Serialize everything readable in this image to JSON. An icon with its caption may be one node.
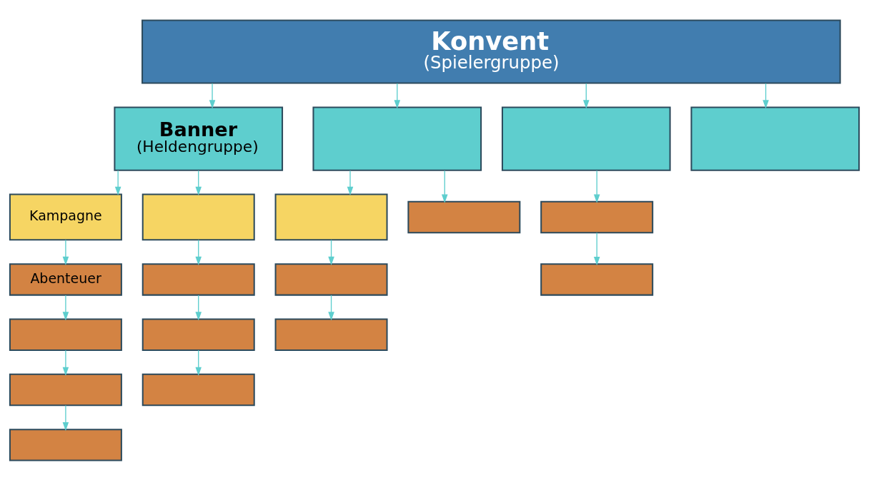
{
  "diagram": {
    "nodes": [
      {
        "text": [
          "Konvent",
          "(Spielergruppe)"
        ]
      },
      {
        "text": [
          "Banner",
          "(Heldengruppe)"
        ]
      },
      {
        "text": [],
        "shape": "box"
      },
      {
        "text": [],
        "shape": "box"
      },
      {
        "text": [],
        "shape": "box"
      },
      {
        "text": [
          "Kampagne"
        ]
      },
      {
        "text": [],
        "shape": "box"
      },
      {
        "text": [],
        "shape": "box"
      },
      {
        "text": [],
        "shape": "box"
      },
      {
        "text": [],
        "shape": "box"
      },
      {
        "text": [
          "Abenteuer"
        ]
      },
      {
        "text": [],
        "shape": "box"
      },
      {
        "text": [],
        "shape": "box"
      },
      {
        "text": [],
        "shape": "box"
      },
      {
        "text": [],
        "shape": "box"
      },
      {
        "text": [],
        "shape": "box"
      },
      {
        "text": [],
        "shape": "box"
      },
      {
        "text": [],
        "shape": "box"
      },
      {
        "text": [],
        "shape": "box"
      },
      {
        "text": [],
        "shape": "box"
      }
    ],
    "edges": [
      {
        "from": 0,
        "to": 1,
        "arrow": "to"
      },
      {
        "from": 0,
        "to": 2,
        "arrow": "to"
      },
      {
        "from": 0,
        "to": 3,
        "arrow": "to"
      },
      {
        "from": 0,
        "to": 4,
        "arrow": "to"
      },
      {
        "from": 1,
        "to": 5,
        "arrow": "to"
      },
      {
        "from": 1,
        "to": 6,
        "arrow": "to"
      },
      {
        "from": 2,
        "to": 7,
        "arrow": "to"
      },
      {
        "from": 2,
        "to": 8,
        "arrow": "to"
      },
      {
        "from": 3,
        "to": 9,
        "arrow": "to"
      },
      {
        "from": 9,
        "to": 11,
        "arrow": "to"
      },
      {
        "from": 5,
        "to": 10,
        "arrow": "to"
      },
      {
        "from": 10,
        "to": 12,
        "arrow": "to"
      },
      {
        "from": 12,
        "to": 15,
        "arrow": "to"
      },
      {
        "from": 15,
        "to": 18,
        "arrow": "to"
      },
      {
        "from": 6,
        "to": 13,
        "arrow": "to"
      },
      {
        "from": 13,
        "to": 16,
        "arrow": "to"
      },
      {
        "from": 16,
        "to": 19,
        "arrow": "to"
      },
      {
        "from": 7,
        "to": 14,
        "arrow": "to"
      },
      {
        "from": 14,
        "to": 17,
        "arrow": "to"
      }
    ]
  }
}
